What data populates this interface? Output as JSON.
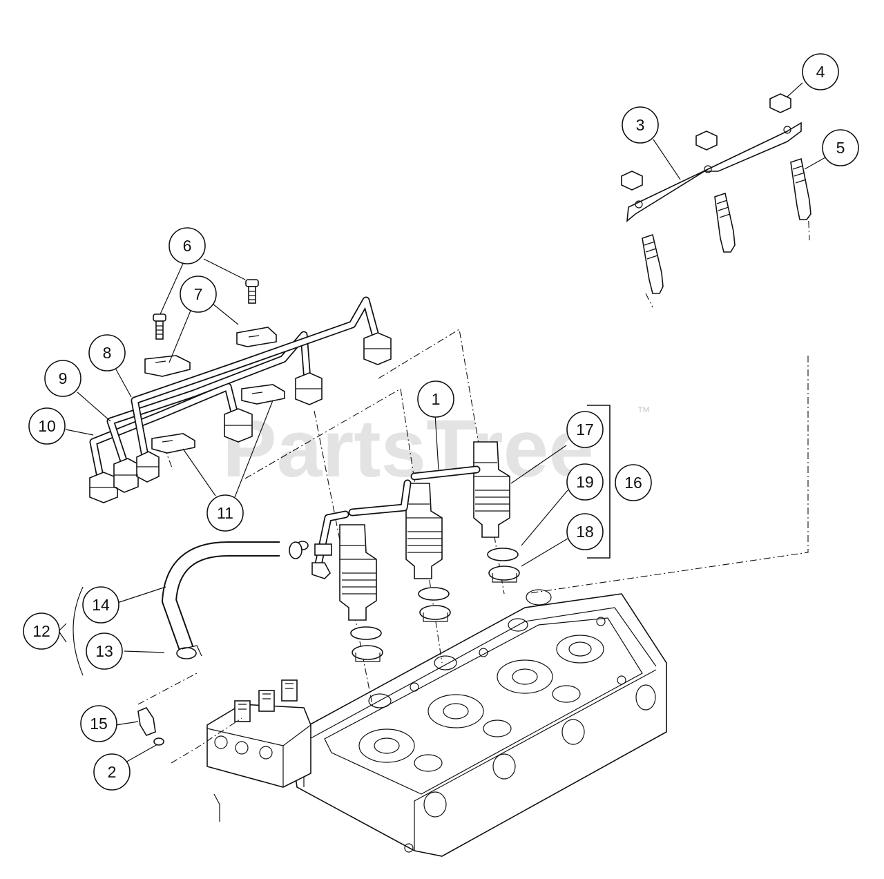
{
  "watermark": {
    "text": "PartsTree",
    "trademark": "™"
  },
  "callouts": [
    {
      "id": "1",
      "label": "1"
    },
    {
      "id": "2",
      "label": "2"
    },
    {
      "id": "3",
      "label": "3"
    },
    {
      "id": "4",
      "label": "4"
    },
    {
      "id": "5",
      "label": "5"
    },
    {
      "id": "6",
      "label": "6"
    },
    {
      "id": "7",
      "label": "7"
    },
    {
      "id": "8",
      "label": "8"
    },
    {
      "id": "9",
      "label": "9"
    },
    {
      "id": "10",
      "label": "10"
    },
    {
      "id": "11",
      "label": "11"
    },
    {
      "id": "12",
      "label": "12"
    },
    {
      "id": "13",
      "label": "13"
    },
    {
      "id": "14",
      "label": "14"
    },
    {
      "id": "15",
      "label": "15"
    },
    {
      "id": "16",
      "label": "16"
    },
    {
      "id": "17",
      "label": "17"
    },
    {
      "id": "18",
      "label": "18"
    },
    {
      "id": "19",
      "label": "19"
    }
  ],
  "colors": {
    "line": "#111111",
    "background": "#ffffff",
    "watermark": "#d9d9d9"
  }
}
